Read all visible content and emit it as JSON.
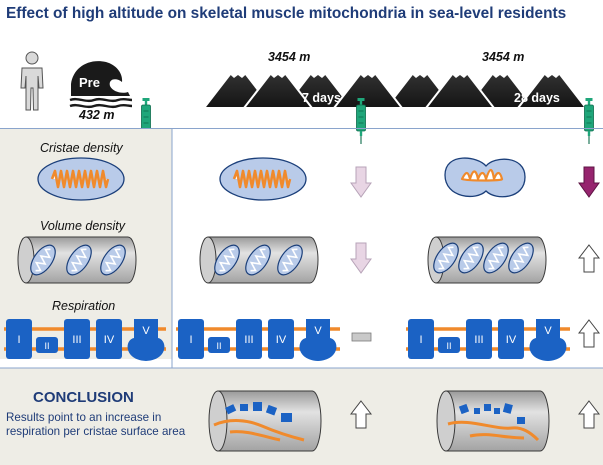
{
  "title": "Effect of high altitude on skeletal muscle mitochondria in sea-level residents",
  "header": {
    "pre_label": "Pre",
    "sea_level_altitude": "432 m",
    "high_altitude_1": "3454 m",
    "high_altitude_2": "3454 m",
    "timepoint_1": "7 days",
    "timepoint_2": "28 days"
  },
  "rows": {
    "cristae": "Cristae density",
    "volume": "Volume density",
    "respiration": "Respiration"
  },
  "complexes": [
    "I",
    "II",
    "III",
    "IV",
    "V"
  ],
  "conclusion": {
    "heading": "CONCLUSION",
    "text": "Results point to an increase in respiration per cristae surface area"
  },
  "colors": {
    "title": "#1f3c78",
    "complex_blue": "#1b62c4",
    "membrane_orange": "#f08a2c",
    "mito_fill": "#b9cbe9",
    "panel_bg": "#eeede6",
    "syringe_green": "#1fa67a",
    "arrow_pink": "#e8d5e4",
    "arrow_magenta": "#96246e"
  },
  "icons": [
    "person-icon",
    "wave-icon",
    "mountains-icon",
    "syringe-icon",
    "arrow-down-icon",
    "arrow-up-icon",
    "no-change-icon"
  ]
}
